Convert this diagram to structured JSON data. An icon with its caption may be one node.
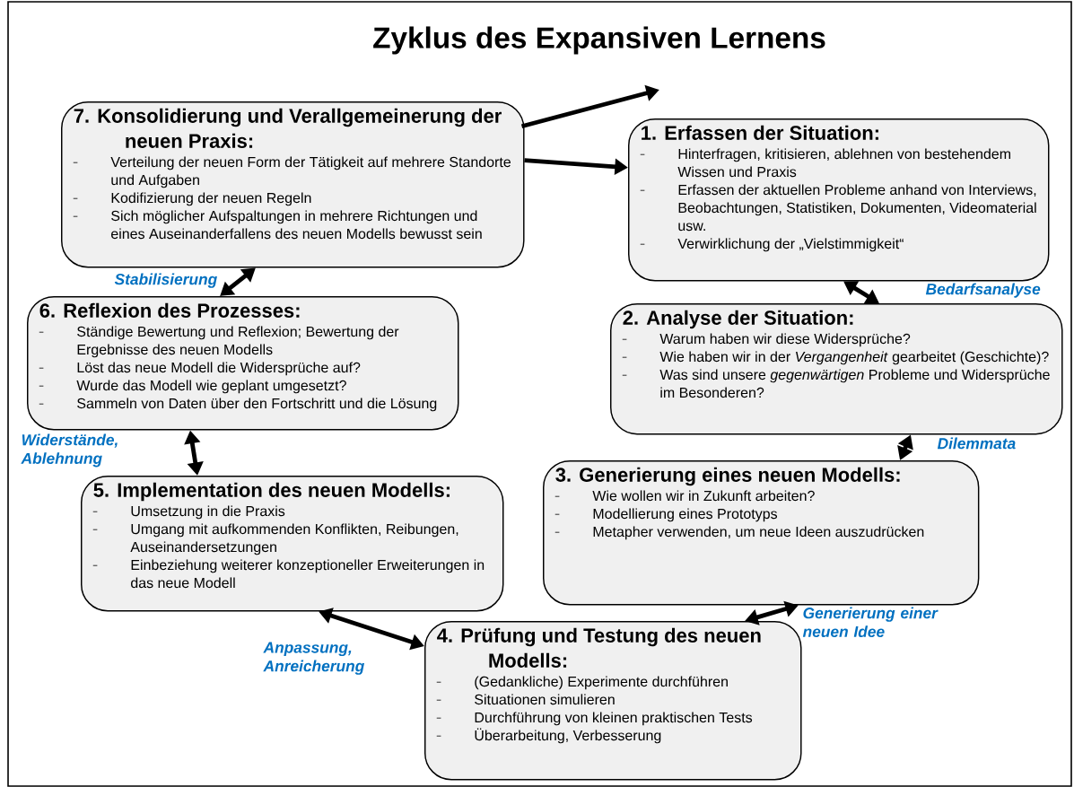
{
  "diagram": {
    "title": "Zyklus des Expansiven Lernens",
    "nodes": [
      {
        "text": [
          "1. Erfassen der Situation:",
          "Hinterfragen, kritisieren, ablehnen von bestehendem Wissen und Praxis",
          "Erfassen der aktuellen Probleme anhand von Interviews, Beobachtungen, Statistiken, Dokumenten, Videomaterial usw.",
          "Verwirklichung der „Vielstimmigkeit“"
        ]
      },
      {
        "text": [
          "2. Analyse der Situation:",
          "Warum haben wir diese Widersprüche?",
          "Wie haben wir in der *Vergangenheit* gearbeitet (Geschichte)?",
          "Was sind unsere *gegenwärtigen* Probleme und Widersprüche im Besonderen?"
        ]
      },
      {
        "text": [
          "3. Generierung eines neuen Modells:",
          "Wie wollen wir in Zukunft arbeiten?",
          "Modellierung eines Prototyps",
          "Metapher verwenden, um neue Ideen auszudrücken"
        ]
      },
      {
        "text": [
          "4. Prüfung und Testung des neuen Modells:",
          "(Gedankliche) Experimente durchführen",
          "Situationen simulieren",
          "Durchführung von kleinen praktischen Tests",
          "Überarbeitung, Verbesserung"
        ]
      },
      {
        "text": [
          "5. Implementation des neuen Modells:",
          "Umsetzung in die Praxis",
          "Umgang mit aufkommenden Konflikten, Reibungen, Auseinandersetzungen",
          "Einbeziehung weiterer konzeptioneller Erweiterungen in das neue Modell"
        ]
      },
      {
        "text": [
          "6. Reflexion des Prozesses:",
          "Ständige Bewertung und Reflexion; Bewertung der Ergebnisse des neuen Modells",
          "Löst das neue Modell die Widersprüche auf?",
          "Wurde das Modell wie geplant umgesetzt?",
          "Sammeln von Daten über den Fortschritt und die Lösung"
        ]
      },
      {
        "text": [
          "7. Konsolidierung und Verallgemeinerung der neuen Praxis:",
          "Verteilung der neuen Form der Tätigkeit auf mehrere Standorte und Aufgaben",
          "Kodifizierung der neuen Regeln",
          "Sich möglicher Aufspaltungen in mehrere Richtungen und eines Auseinanderfallens des neuen Modells bewusst sein"
        ]
      }
    ],
    "edges": [
      {
        "from": 6,
        "to": 0,
        "arrow": "to"
      },
      {
        "from": 6,
        "to": null,
        "arrow": "to"
      },
      {
        "from": 0,
        "to": 1,
        "arrow": "both",
        "label": "Bedarfsanalyse"
      },
      {
        "from": 1,
        "to": 2,
        "arrow": "both",
        "label": "Dilemmata"
      },
      {
        "from": 2,
        "to": 3,
        "arrow": "both",
        "label": "Generierung einer neuen Idee"
      },
      {
        "from": 3,
        "to": 4,
        "arrow": "both",
        "label": "Anpassung, Anreicherung"
      },
      {
        "from": 4,
        "to": 5,
        "arrow": "both",
        "label": "Widerstände, Ablehnung"
      },
      {
        "from": 5,
        "to": 6,
        "arrow": "both",
        "label": "Stabilisierung"
      }
    ]
  }
}
